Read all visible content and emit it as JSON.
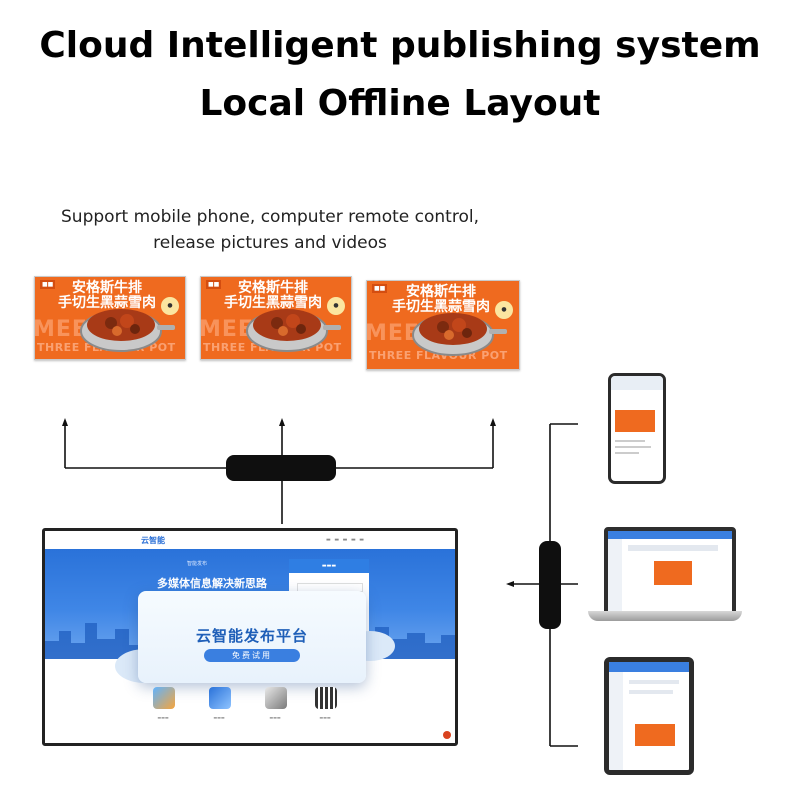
{
  "title": {
    "line1": "Cloud Intelligent publishing system",
    "line2": "Local Offline Layout"
  },
  "subtitle": {
    "line1": "Support mobile phone, computer remote control,",
    "line2": "release pictures and videos"
  },
  "banners": [
    {
      "cn_line1": "安格斯牛排",
      "cn_line2": "手切生黑蒜雪肉",
      "watermark1": "MEETING",
      "watermark2": "THREE FLAVOUR POT"
    },
    {
      "cn_line1": "安格斯牛排",
      "cn_line2": "手切生黑蒜雪肉",
      "watermark1": "MEETING",
      "watermark2": "THREE FLAVOUR POT"
    },
    {
      "cn_line1": "安格斯牛排",
      "cn_line2": "手切生黑蒜雪肉",
      "watermark1": "MEETING",
      "watermark2": "THREE FLAVOUR POT"
    }
  ],
  "monitor": {
    "logo": "云智能",
    "hero_small": "智能发布",
    "hero_text": "多媒体信息解决新思路",
    "card_title": "云智能发布平台",
    "card_button": "免费试用"
  },
  "colors": {
    "banner_orange": "#ef6a1f",
    "hero_blue": "#2a72d9",
    "card_text_blue": "#1f5fb8",
    "line_black": "#111111"
  }
}
